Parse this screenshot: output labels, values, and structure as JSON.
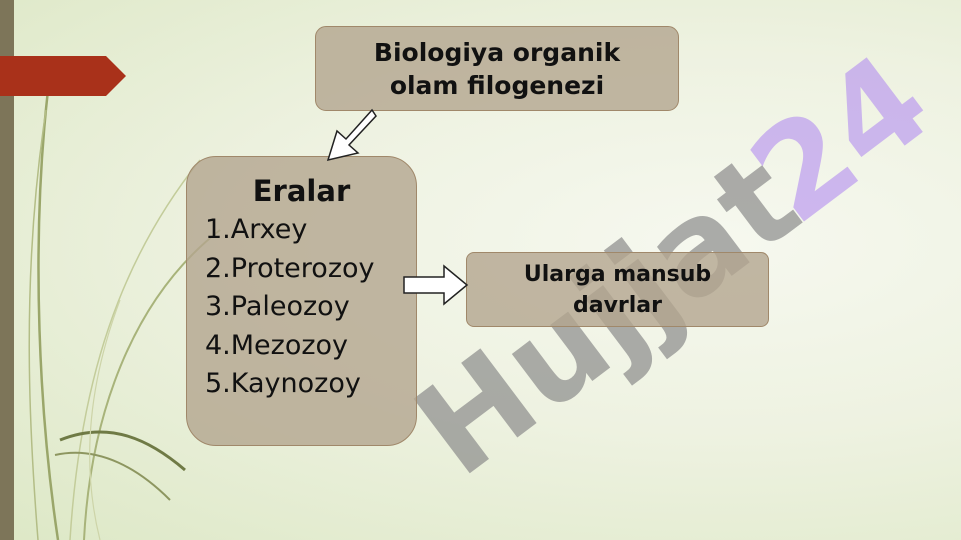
{
  "diagram": {
    "title": "Biologiya organik olam filogenezi",
    "eras_heading": "Eralar",
    "eras": [
      "1.Arxey",
      "2.Proterozoy",
      "3.Paleozoy",
      "4.Mezozoy",
      "5.Kaynozoy"
    ],
    "periods_label": "Ularga mansub davrlar"
  },
  "watermark": {
    "brand_text": "Hujjat",
    "brand_number": "24"
  },
  "colors": {
    "box_fill": "#b3a58e",
    "accent_red": "#a9311a",
    "side_strip": "#7d7559",
    "watermark_gray": "#8a8a8a",
    "watermark_purple": "#b28cf0"
  }
}
